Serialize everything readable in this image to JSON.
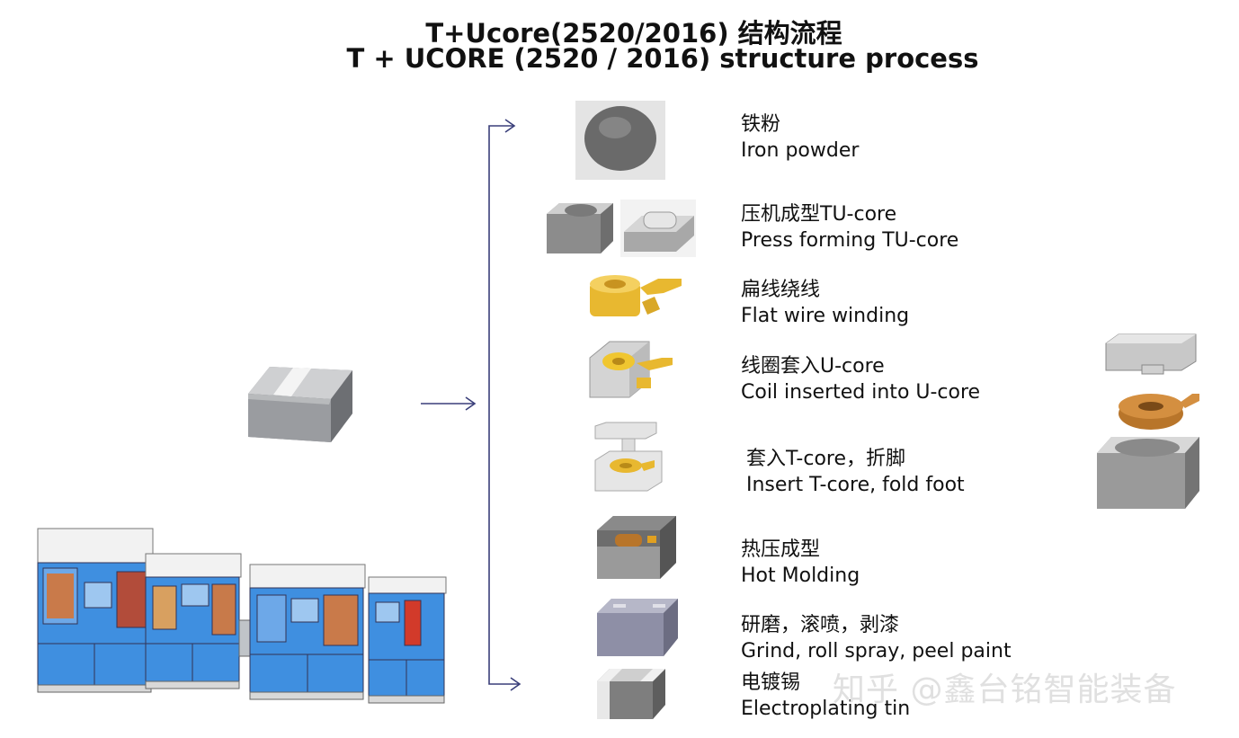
{
  "title_cn": "T+Ucore(2520/2016) 结构流程",
  "title_en": "T + UCORE (2520 / 2016) structure process",
  "steps": [
    {
      "cn": "铁粉",
      "en": "Iron powder"
    },
    {
      "cn": "压机成型TU-core",
      "en": "Press forming TU-core"
    },
    {
      "cn": "扁线绕线",
      "en": "Flat wire winding"
    },
    {
      "cn": "线圈套入U-core",
      "en": "Coil inserted into U-core"
    },
    {
      "cn": "套入T-core，折脚",
      "en": "Insert T-core, fold foot"
    },
    {
      "cn": "热压成型",
      "en": "Hot  Molding"
    },
    {
      "cn": "研磨，滚喷，剥漆",
      "en": "Grind, roll spray, peel paint"
    },
    {
      "cn": "电镀锡",
      "en": "Electroplating tin"
    }
  ],
  "watermark": "知乎 @鑫台铭智能装备",
  "colors": {
    "arrow": "#3a3f7a",
    "machine_blue": "#3f8fe0",
    "gold": "#e8b830",
    "copper": "#b8752a"
  }
}
